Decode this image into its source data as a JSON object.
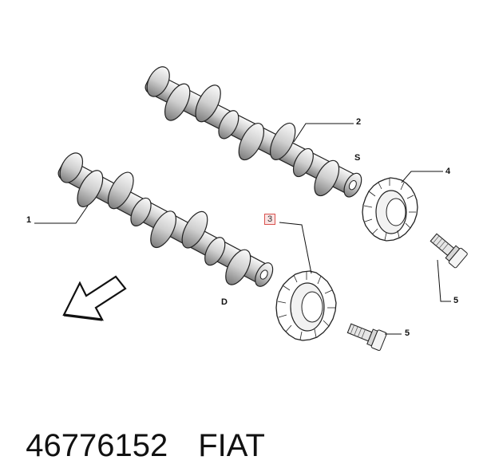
{
  "diagram": {
    "callouts": {
      "c1": "1",
      "c2": "2",
      "c3": "3",
      "c4": "4",
      "c5a": "5",
      "c5b": "5"
    },
    "side_labels": {
      "intake": "S",
      "exhaust": "D"
    },
    "highlighted_callout": "3",
    "colors": {
      "line": "#111111",
      "highlight_border": "#d9534f",
      "highlight_fill": "#fbe3e3"
    }
  },
  "caption": {
    "part_number": "46776152",
    "brand": "FIAT"
  }
}
